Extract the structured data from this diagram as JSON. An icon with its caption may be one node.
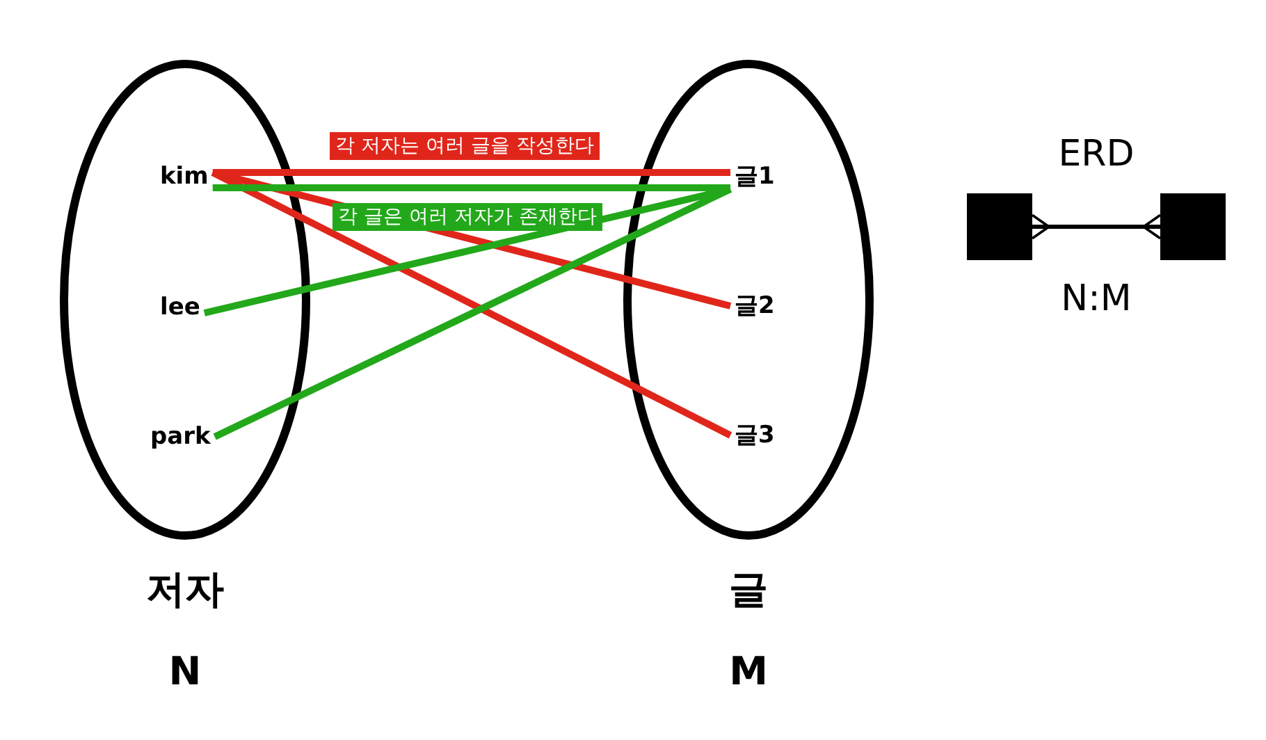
{
  "diagram": {
    "nodes": [
      {
        "text": [
          "저자"
        ],
        "beside": [
          "N"
        ]
      },
      {
        "text": [
          "kim"
        ],
        "in": 0
      },
      {
        "text": [
          "lee"
        ],
        "in": 0
      },
      {
        "text": [
          "park"
        ],
        "in": 0
      },
      {
        "text": [
          "글"
        ],
        "beside": [
          "M"
        ]
      },
      {
        "text": [
          "글1"
        ],
        "in": 4
      },
      {
        "text": [
          "글2"
        ],
        "in": 4
      },
      {
        "text": [
          "글3"
        ],
        "in": 4
      },
      {
        "text": [],
        "shape": "box"
      },
      {
        "text": [],
        "shape": "box"
      }
    ],
    "edges": [
      {
        "from": 1,
        "to": 5,
        "arrow": "none",
        "color": "#e0261b"
      },
      {
        "from": 1,
        "to": 6,
        "arrow": "none",
        "color": "#e0261b"
      },
      {
        "from": 1,
        "to": 7,
        "arrow": "none",
        "color": "#e0261b"
      },
      {
        "from": 1,
        "to": 5,
        "arrow": "none",
        "color": "#22a81a"
      },
      {
        "from": 2,
        "to": 5,
        "arrow": "none",
        "color": "#22a81a"
      },
      {
        "from": 3,
        "to": 5,
        "arrow": "none",
        "color": "#22a81a"
      },
      {
        "from": 8,
        "to": 9,
        "arrow": "other",
        "color": "#000000"
      }
    ],
    "labels": [
      "각 저자는 여러 글을 작성한다",
      "각 글은 여러 저자가 존재한다",
      "ERD",
      "N:M"
    ]
  }
}
